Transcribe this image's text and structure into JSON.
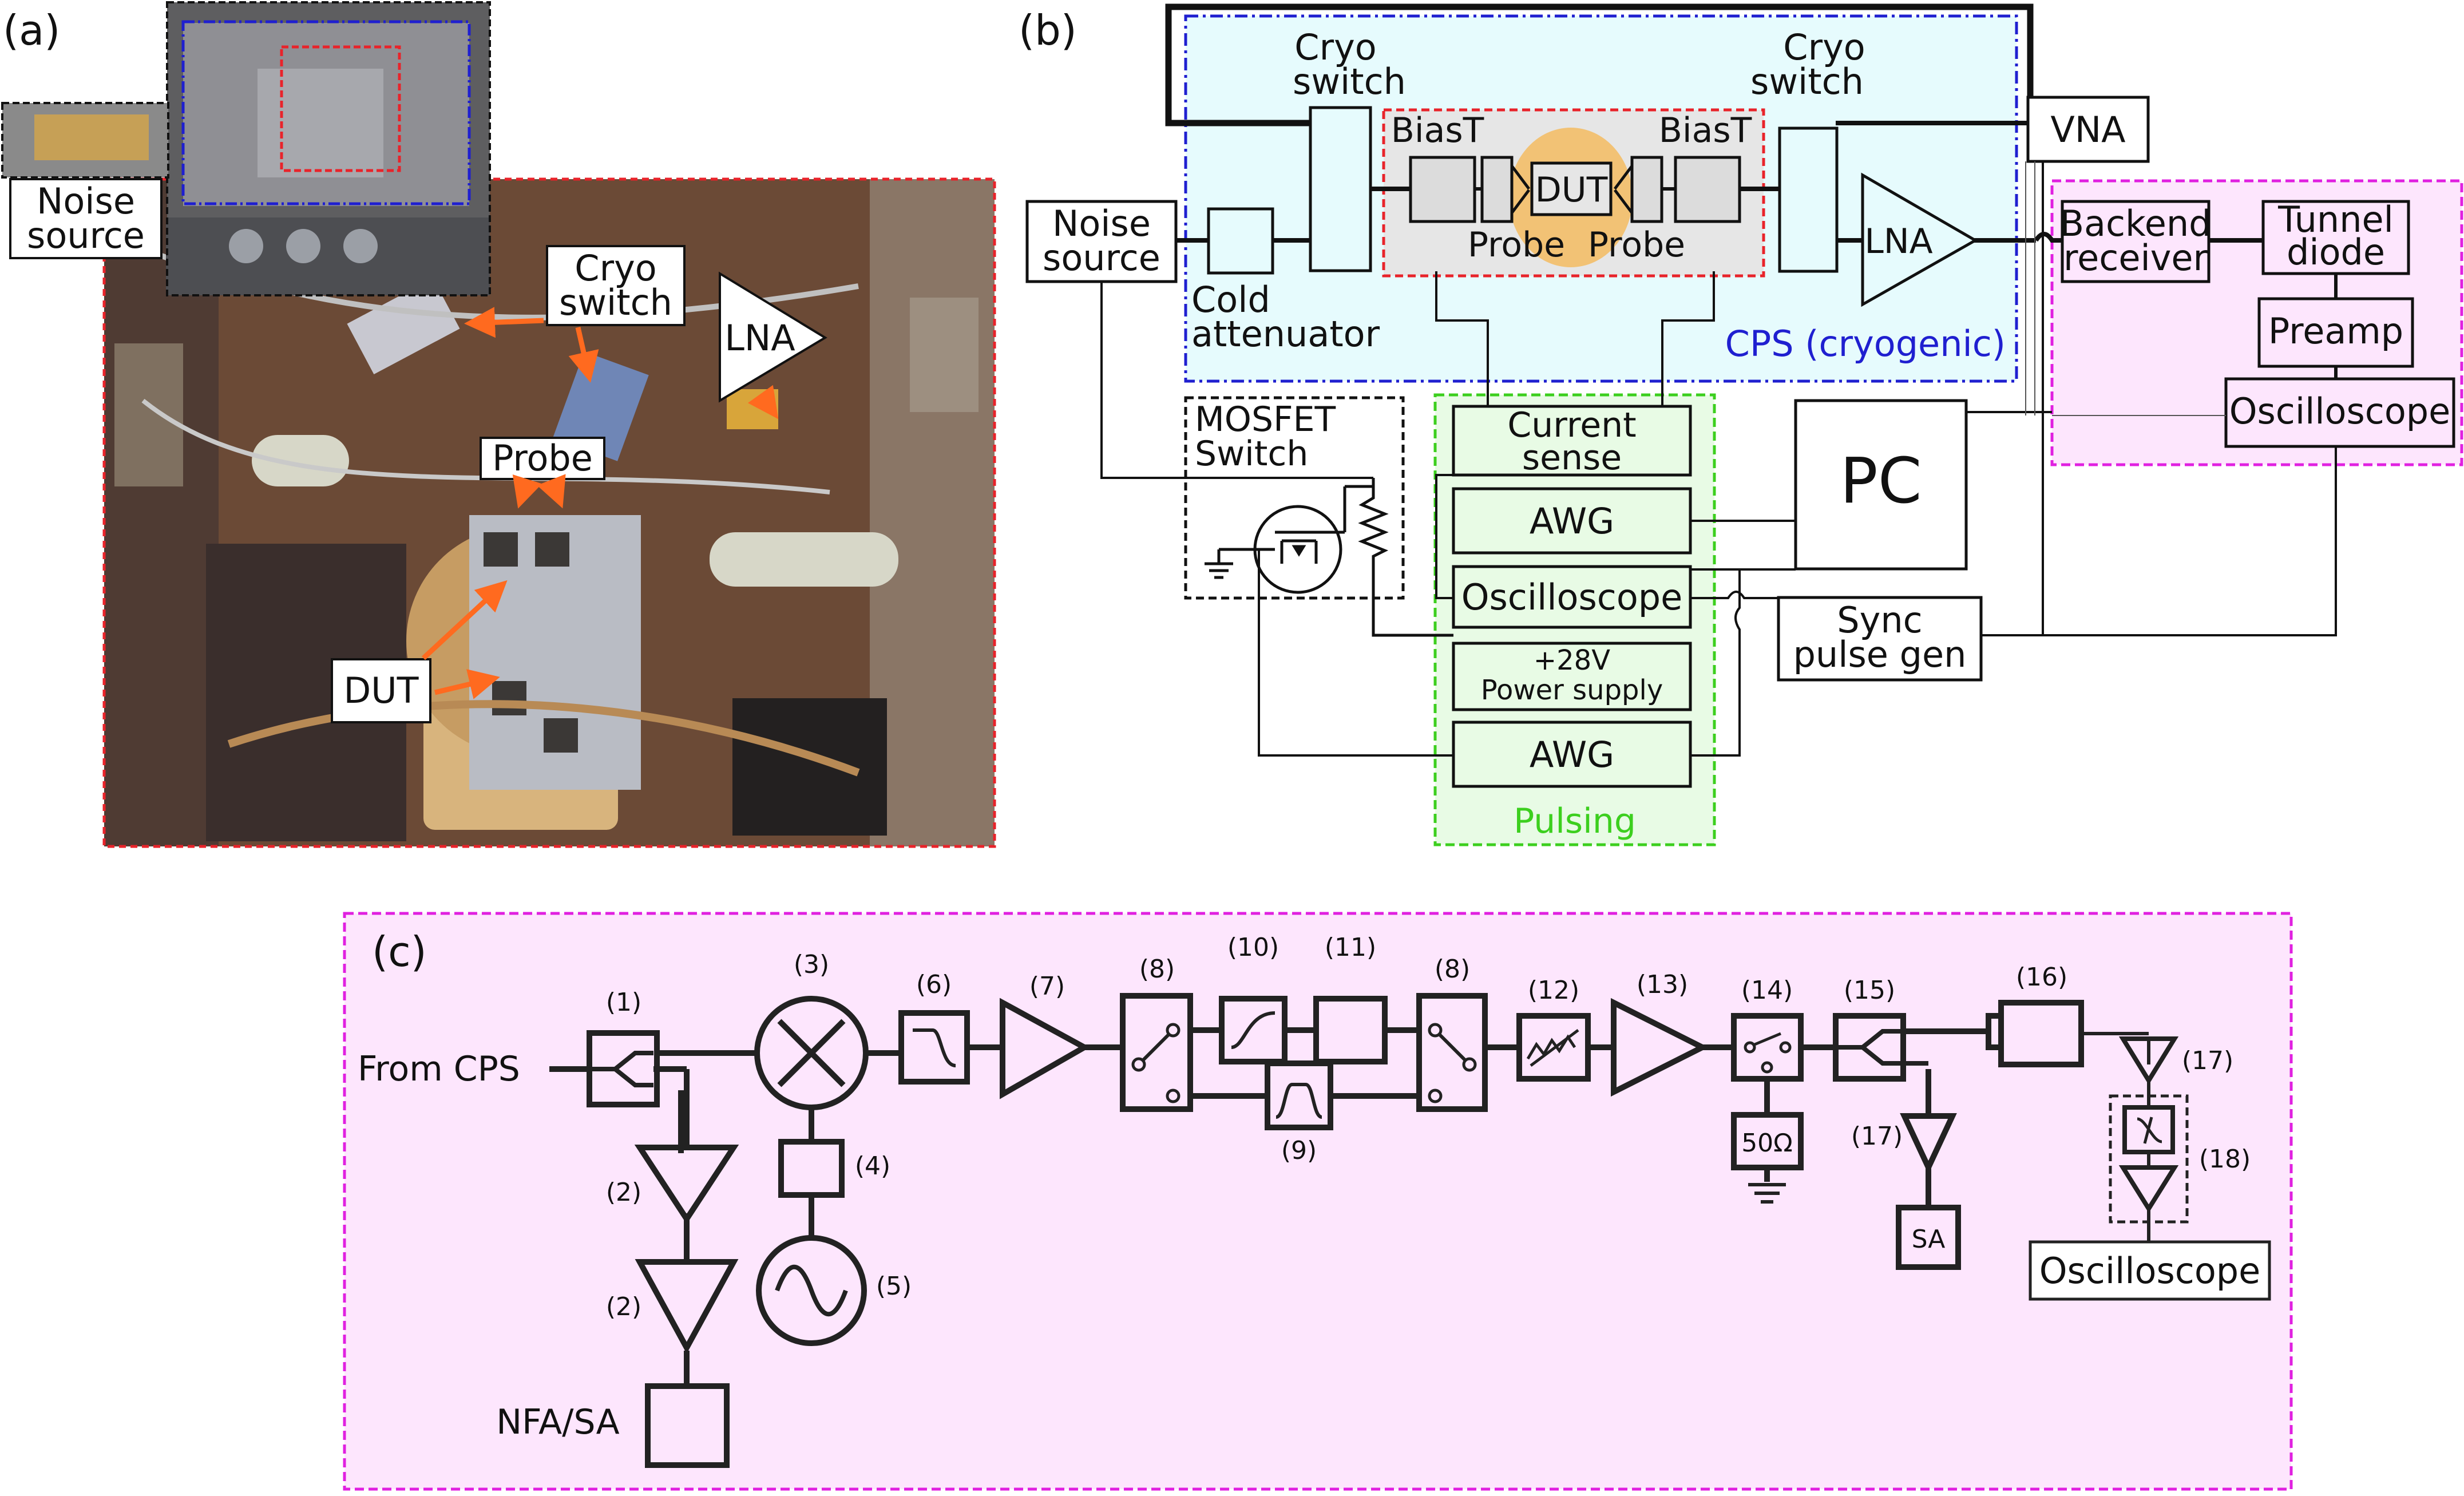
{
  "panel_a": {
    "label": "(a)",
    "callouts": {
      "noise_source_l1": "Noise",
      "noise_source_l2": "source",
      "cryo_switch_l1": "Cryo",
      "cryo_switch_l2": "switch",
      "lna": "LNA",
      "probe": "Probe",
      "dut": "DUT"
    }
  },
  "panel_b": {
    "label": "(b)",
    "cryo_switch_left_l1": "Cryo",
    "cryo_switch_left_l2": "switch",
    "cryo_switch_right_l1": "Cryo",
    "cryo_switch_right_l2": "switch",
    "biast_left": "BiasT",
    "biast_right": "BiasT",
    "dut": "DUT",
    "probe_left": "Probe",
    "probe_right": "Probe",
    "vna": "VNA",
    "noise_source_l1": "Noise",
    "noise_source_l2": "source",
    "cold_attenuator_l1": "Cold",
    "cold_attenuator_l2": "attenuator",
    "lna": "LNA",
    "cps_label": "CPS (cryogenic)",
    "backend_l1": "Backend",
    "backend_l2": "receiver",
    "tunnel_l1": "Tunnel",
    "tunnel_l2": "diode",
    "preamp": "Preamp",
    "oscilloscope_right": "Oscilloscope",
    "mosfet_l1": "MOSFET",
    "mosfet_l2": "Switch",
    "current_sense_l1": "Current",
    "current_sense_l2": "sense",
    "awg_top": "AWG",
    "oscilloscope_mid": "Oscilloscope",
    "power_l1": "+28V",
    "power_l2": "Power supply",
    "awg_bottom": "AWG",
    "pulsing_label": "Pulsing",
    "pc": "PC",
    "sync_l1": "Sync",
    "sync_l2": "pulse gen"
  },
  "panel_c": {
    "label": "(c)",
    "from_cps": "From CPS",
    "n1": "(1)",
    "n2a": "(2)",
    "n2b": "(2)",
    "n3": "(3)",
    "n4": "(4)",
    "n5": "(5)",
    "n6": "(6)",
    "n7": "(7)",
    "n8a": "(8)",
    "n8b": "(8)",
    "n9": "(9)",
    "n10": "(10)",
    "n11": "(11)",
    "n12": "(12)",
    "n13": "(13)",
    "n14": "(14)",
    "n15": "(15)",
    "n16": "(16)",
    "n17a": "(17)",
    "n17b": "(17)",
    "n18": "(18)",
    "nfa_sa": "NFA/SA",
    "sa": "SA",
    "ohm50": "50Ω",
    "oscilloscope": "Oscilloscope"
  },
  "colors": {
    "red_dash": "#e8232a",
    "blue_dashdot": "#1f1fd0",
    "green_dash": "#3ccf1e",
    "magenta_dash": "#e020e0",
    "cyan_fill": "#e6fbfd",
    "green_fill": "#e8fbe5",
    "pink_fill": "#fde6fd",
    "gray_fill": "#e6e6e6",
    "orange_arrow": "#ff6a1f",
    "orange_glow": "#f2c275"
  }
}
